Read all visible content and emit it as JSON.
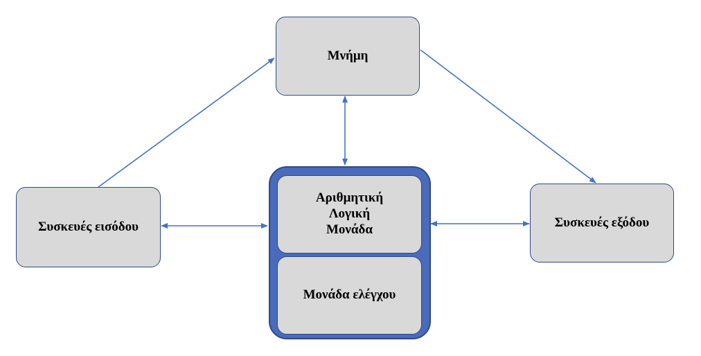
{
  "nodes": {
    "memory": "Μνήμη",
    "input": "Συσκευές εισόδου",
    "output": "Συσκευές εξόδου",
    "alu": [
      "Αριθμητική",
      "Λογική",
      "Μονάδα"
    ],
    "control": "Μονάδα ελέγχου"
  },
  "colors": {
    "box_fill": "#d9d9d9",
    "box_border": "#2f4a85",
    "cpu_fill": "#4a6bbb",
    "arrow": "#4472c4"
  },
  "edges": [
    {
      "from": "input",
      "to": "memory",
      "direction": "forward"
    },
    {
      "from": "memory",
      "to": "output",
      "direction": "forward"
    },
    {
      "from": "memory",
      "to": "cpu",
      "direction": "both"
    },
    {
      "from": "input",
      "to": "cpu",
      "direction": "both"
    },
    {
      "from": "cpu",
      "to": "output",
      "direction": "both"
    }
  ]
}
